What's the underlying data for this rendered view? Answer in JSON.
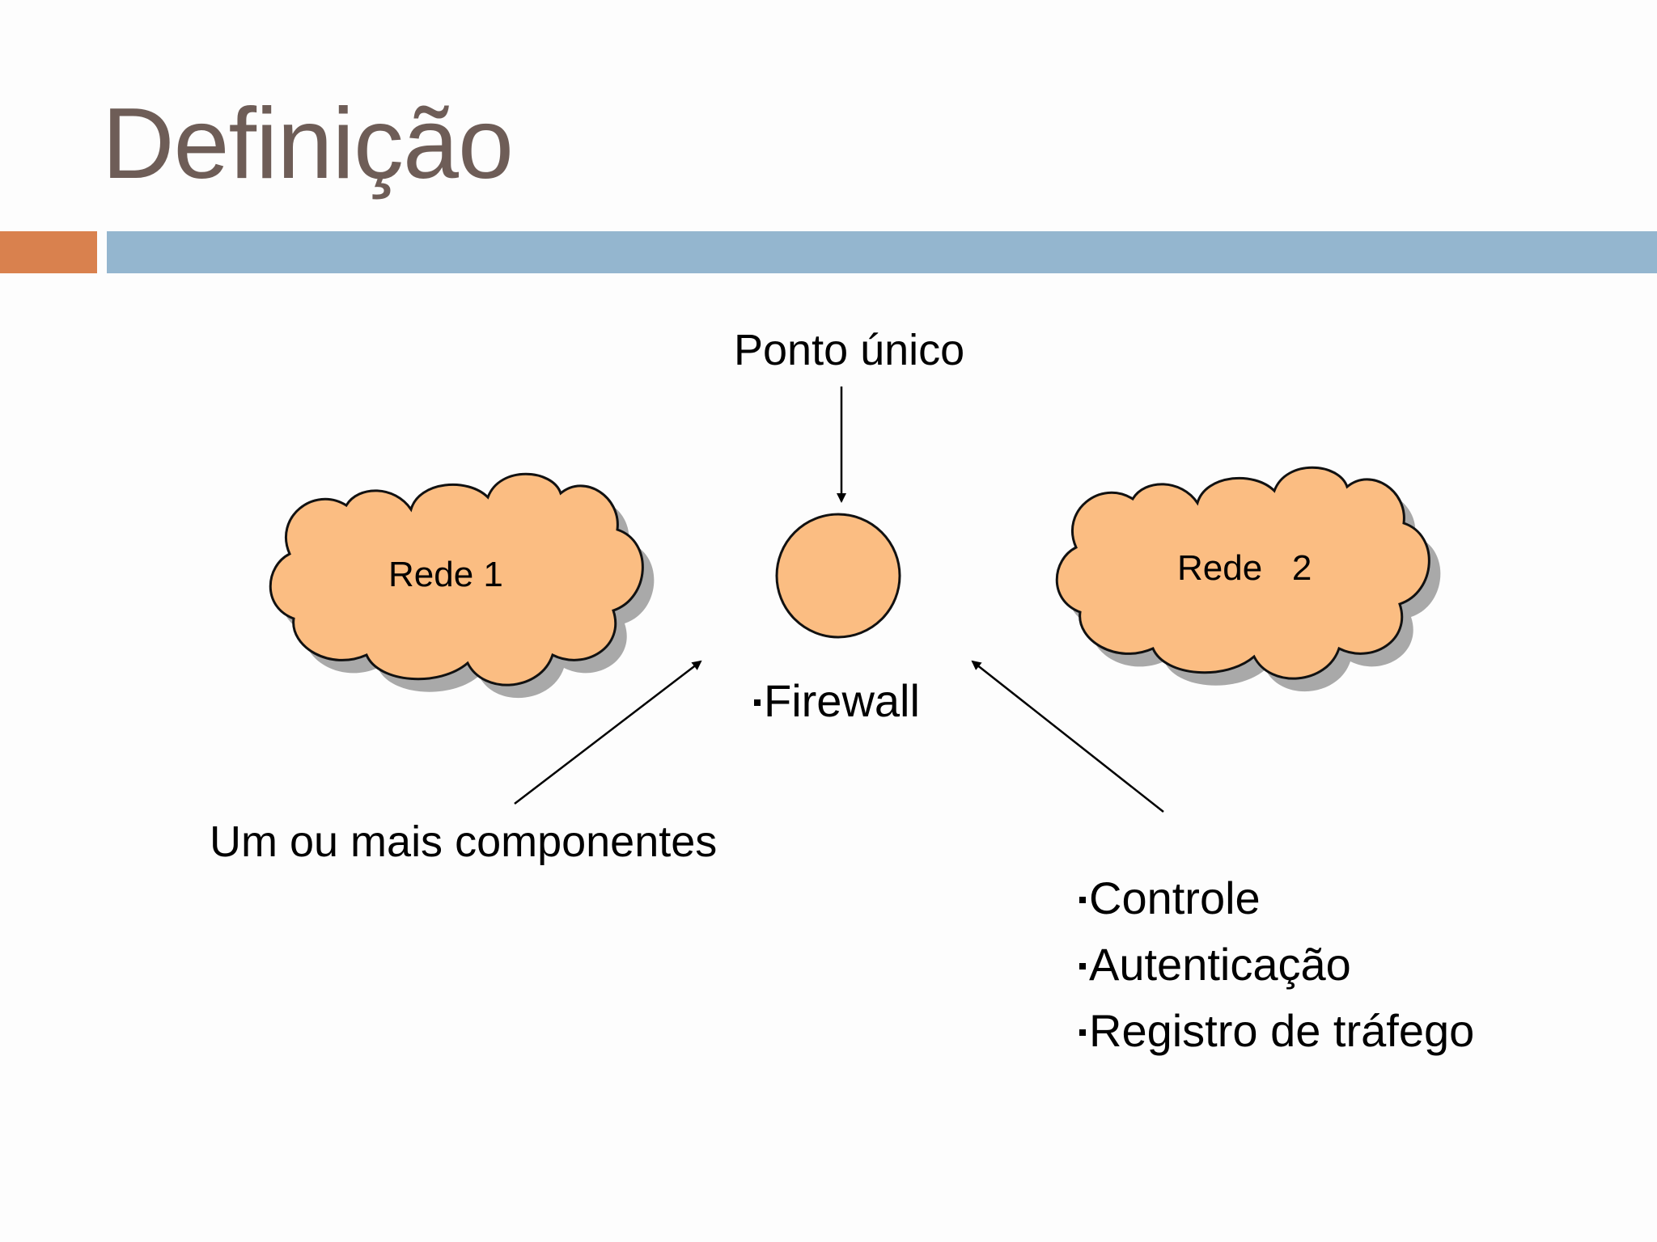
{
  "slide": {
    "title": "Definição",
    "colors": {
      "title": "#6e5d57",
      "accent_bar": "#d9814e",
      "main_bar": "#94b6cf",
      "cloud_fill": "#fbbd82",
      "shadow": "#a9a9a9"
    }
  },
  "diagram": {
    "network_left": "Rede 1",
    "network_right": "Rede   2",
    "single_point_label": "Ponto único",
    "firewall_label": "Firewall",
    "components_label": "Um ou mais componentes",
    "functions": [
      "Controle",
      "Autenticação",
      "Registro de tráfego"
    ]
  }
}
